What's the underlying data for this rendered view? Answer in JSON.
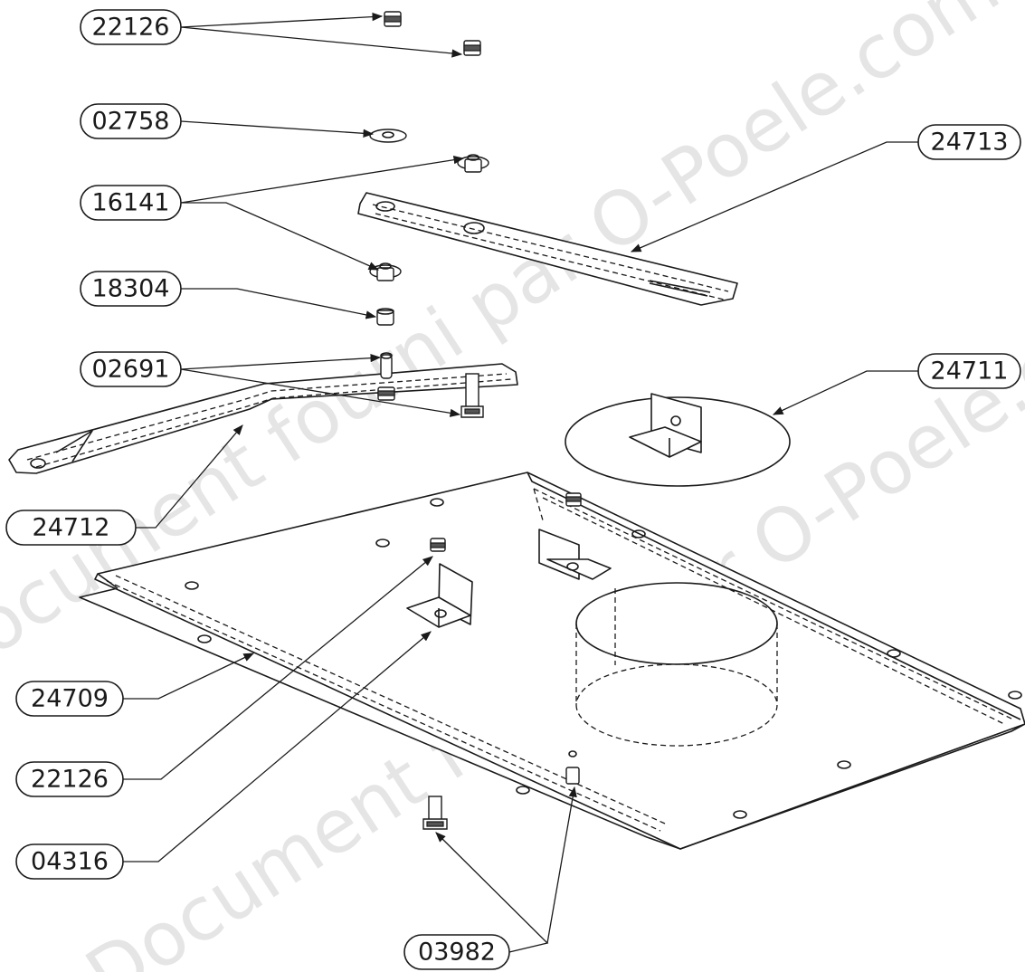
{
  "watermark": {
    "text": "Document fourni par O-Poele.com - Document fourni par O-Poele.com - Document fourni par O-Poele.com"
  },
  "callouts": [
    {
      "id": "22126-top",
      "label": "22126"
    },
    {
      "id": "02758",
      "label": "02758"
    },
    {
      "id": "16141",
      "label": "16141"
    },
    {
      "id": "18304",
      "label": "18304"
    },
    {
      "id": "02691",
      "label": "02691"
    },
    {
      "id": "24712",
      "label": "24712"
    },
    {
      "id": "24713",
      "label": "24713"
    },
    {
      "id": "24711",
      "label": "24711"
    },
    {
      "id": "24709",
      "label": "24709"
    },
    {
      "id": "22126-bottom",
      "label": "22126"
    },
    {
      "id": "04316",
      "label": "04316"
    },
    {
      "id": "03982",
      "label": "03982"
    }
  ]
}
